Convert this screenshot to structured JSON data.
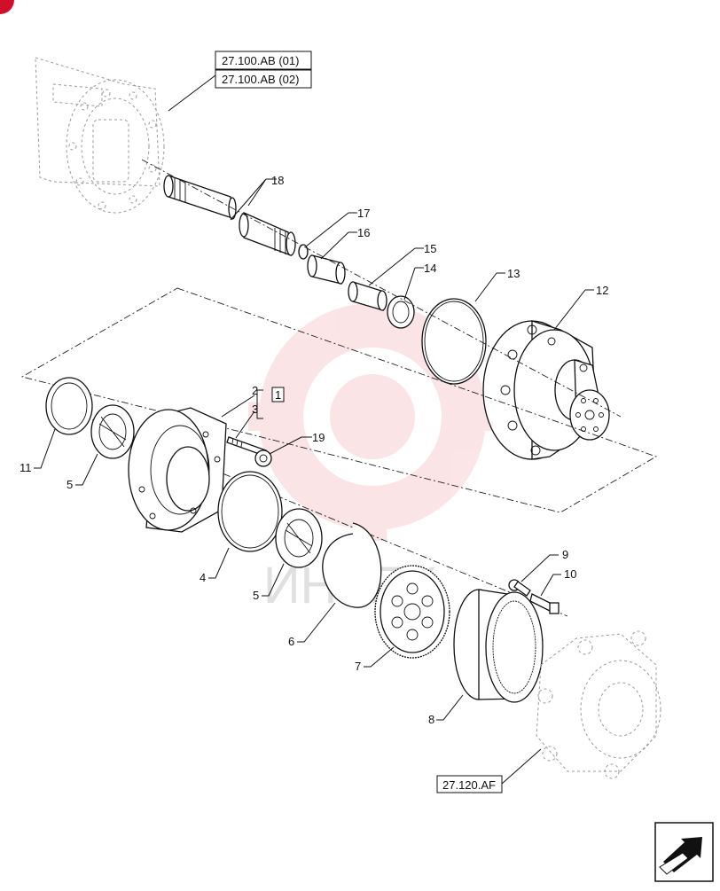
{
  "references": {
    "top_1": "27.100.AB (01)",
    "top_2": "27.100.AB (02)",
    "bottom": "27.120.AF",
    "kit_box": "1"
  },
  "callouts": {
    "c2": "2",
    "c3": "3",
    "c4": "4",
    "c5a": "5",
    "c5b": "5",
    "c6": "6",
    "c7": "7",
    "c8": "8",
    "c9": "9",
    "c10": "10",
    "c11": "11",
    "c12": "12",
    "c13": "13",
    "c14": "14",
    "c15": "15",
    "c16": "16",
    "c17": "17",
    "c18": "18",
    "c19": "19"
  },
  "watermark": {
    "text": "ИНТЕХ",
    "color": "#e8343e"
  },
  "colors": {
    "line": "#111111",
    "ghost": "#999999",
    "corner_mark": "#d0102a"
  },
  "nav_icon": "next-page-arrow-icon"
}
